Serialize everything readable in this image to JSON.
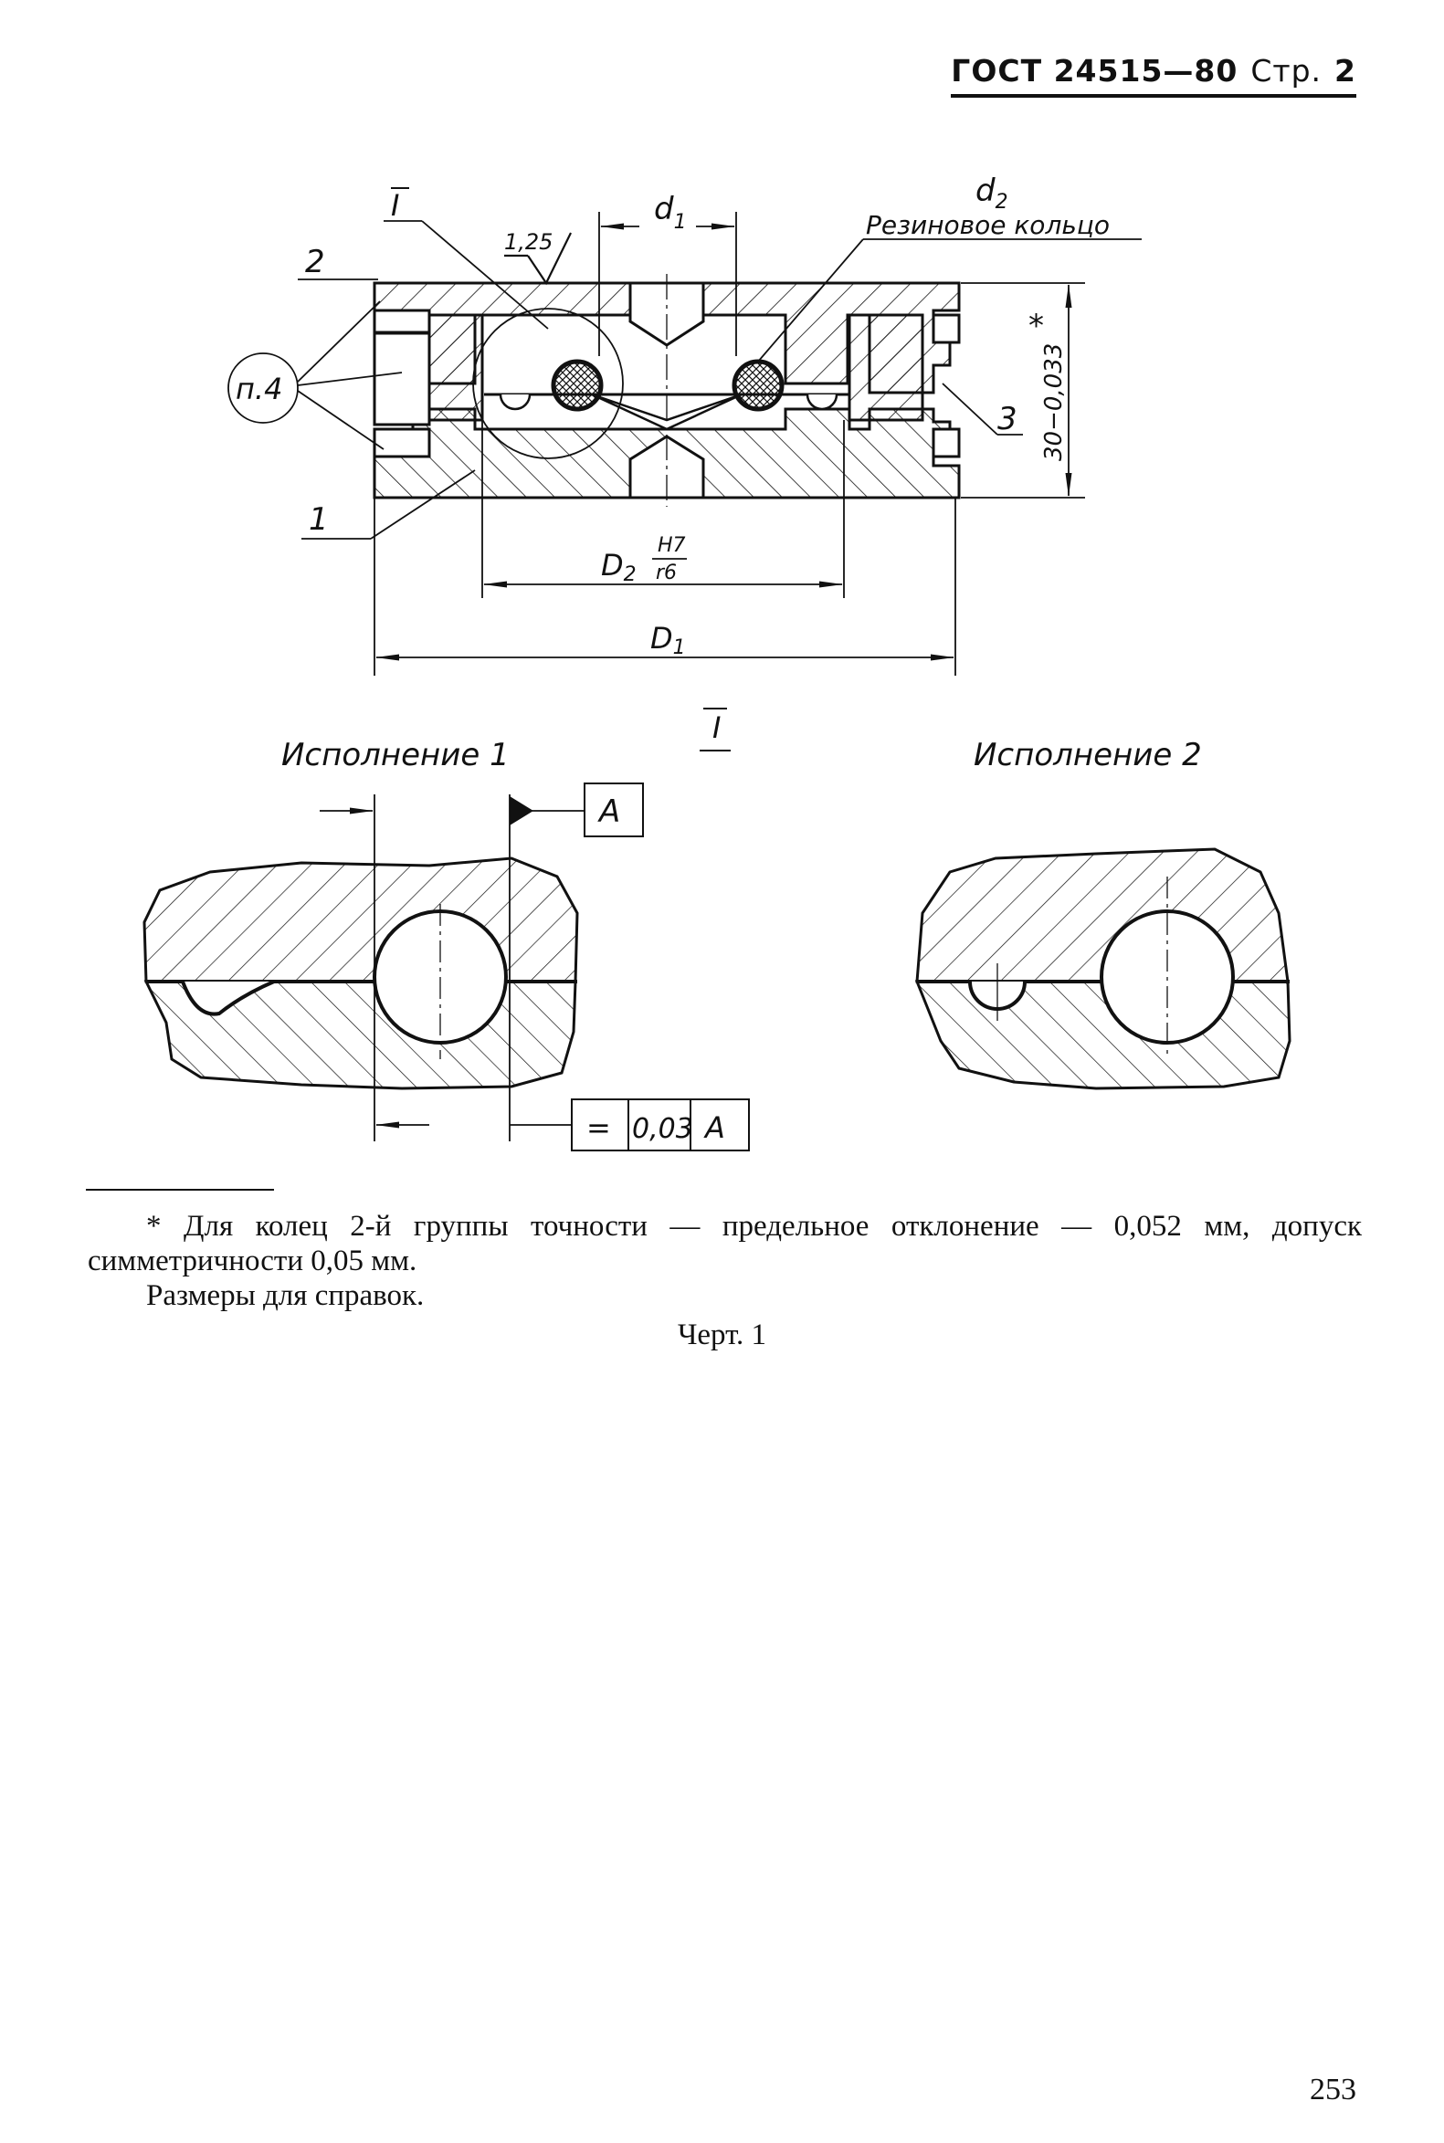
{
  "header": {
    "standard": "ГОСТ 24515—80",
    "page_label": "Стр.",
    "page_value": "2"
  },
  "figure": {
    "section_mark": "I",
    "roughness": "1,25",
    "label_d1": "d",
    "label_d1_sub": "1",
    "label_d2": "d",
    "label_d2_sub": "2",
    "rubber_ring": "Резиновое кольцо",
    "callout_2": "2",
    "callout_p4": "п.4",
    "callout_1": "1",
    "callout_3": "3",
    "height_dim": "30−0,033",
    "height_star": "*",
    "label_D2": "D",
    "label_D2_sub": "2",
    "fit_top": "H7",
    "fit_bottom": "r6",
    "label_D1": "D",
    "label_D1_sub": "1",
    "detail_mark": "I",
    "variant_1": "Исполнение 1",
    "variant_2": "Исполнение 2",
    "datum": "A",
    "tolerance_symbol": "=",
    "tolerance_value": "0,03",
    "tolerance_datum": "A"
  },
  "footnote": {
    "line1": "* Для колец 2-й группы точности — предельное отклонение — 0,052 мм, допуск симметричности 0,05 мм.",
    "line2": "Размеры для справок."
  },
  "caption": "Черт. 1",
  "page_number": "253"
}
